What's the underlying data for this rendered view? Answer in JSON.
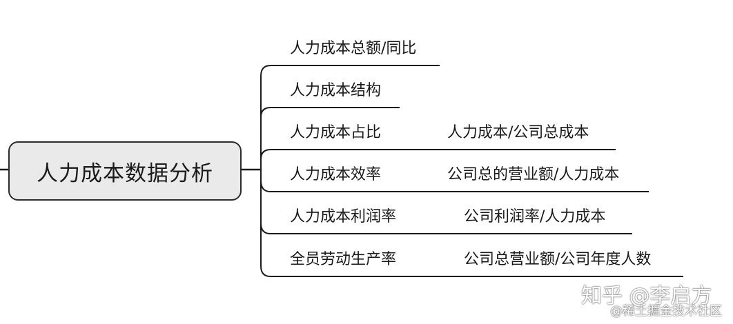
{
  "root": {
    "label": "人力成本数据分析"
  },
  "branches": [
    {
      "label": "人力成本总额/同比",
      "detail": ""
    },
    {
      "label": "人力成本结构",
      "detail": ""
    },
    {
      "label": "人力成本占比",
      "detail": "人力成本/公司总成本"
    },
    {
      "label": "人力成本效率",
      "detail": "公司总的营业额/人力成本"
    },
    {
      "label": "人力成本利润率",
      "detail": "公司利润率/人力成本"
    },
    {
      "label": "全员劳动生产率",
      "detail": "公司总营业额/公司年度人数"
    }
  ],
  "watermark": {
    "main": "知乎 @李启方",
    "sub": "@稀土掘金技术社区"
  }
}
